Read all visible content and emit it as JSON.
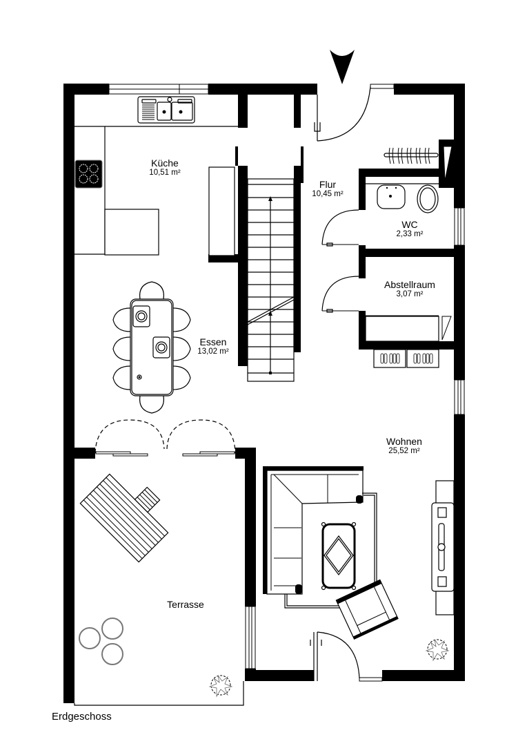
{
  "plan": {
    "floor_caption": "Erdgeschoss",
    "entrance_marker": "entrance-arrow",
    "rooms": [
      {
        "name": "Küche",
        "area": "10,51 m²"
      },
      {
        "name": "Flur",
        "area": "10,45 m²"
      },
      {
        "name": "WC",
        "area": "2,33 m²"
      },
      {
        "name": "Abstellraum",
        "area": "3,07 m²"
      },
      {
        "name": "Essen",
        "area": "13,02 m²"
      },
      {
        "name": "Wohnen",
        "area": "25,52 m²"
      },
      {
        "name": "Terrasse",
        "area": null
      }
    ]
  },
  "colors": {
    "wall": "#000000",
    "background": "#ffffff",
    "furniture_line": "#000000",
    "planter_grey": "#777777"
  }
}
